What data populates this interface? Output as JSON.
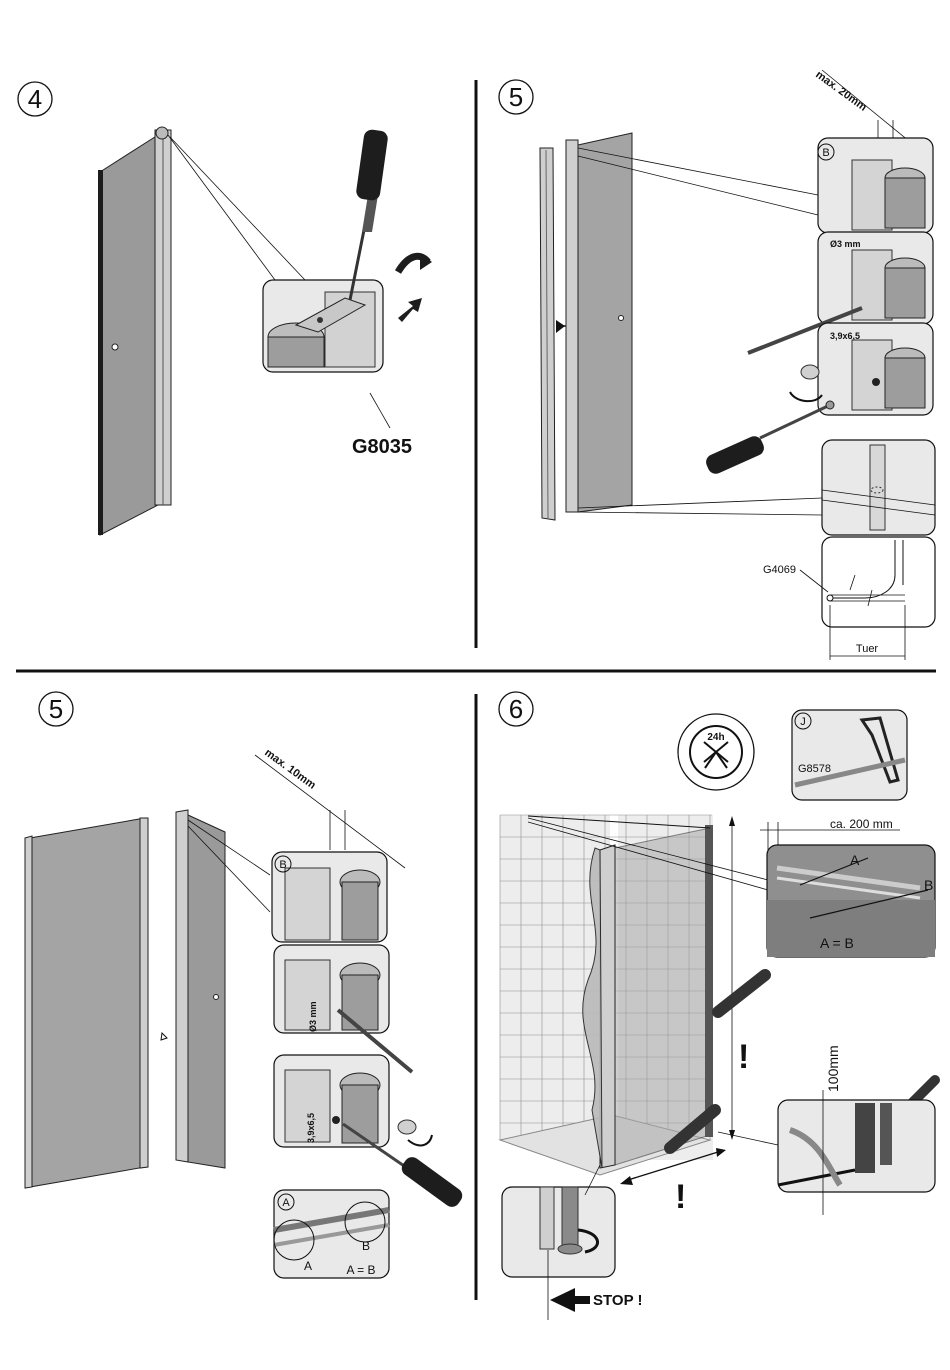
{
  "steps": {
    "s4": {
      "number": "4",
      "part_code": "G8035"
    },
    "s5_top": {
      "number": "5",
      "detail_label_b": "B",
      "max_dim": "max. 20mm",
      "drill": "Ø3 mm",
      "screw": "3,9x6,5",
      "part_code": "G4069",
      "tuer_label": "Tuer"
    },
    "s5_bottom": {
      "number": "5",
      "detail_label_b": "B",
      "max_dim": "max. 10mm",
      "drill": "Ø3 mm",
      "screw": "3,9x6,5",
      "detail_label_a": "A",
      "label_a": "A",
      "label_b": "B",
      "equation": "A = B"
    },
    "s6": {
      "number": "6",
      "cure_time": "24h",
      "detail_label_j": "J",
      "part_code": "G8578",
      "dim_200": "ca. 200 mm",
      "label_a": "A",
      "label_b": "B",
      "equation": "A = B",
      "dim_100": "100mm",
      "warning": "!",
      "stop": "STOP !"
    }
  },
  "colors": {
    "ink": "#111111",
    "glass": "#9a9a9a",
    "panel": "#e9e9e9"
  }
}
